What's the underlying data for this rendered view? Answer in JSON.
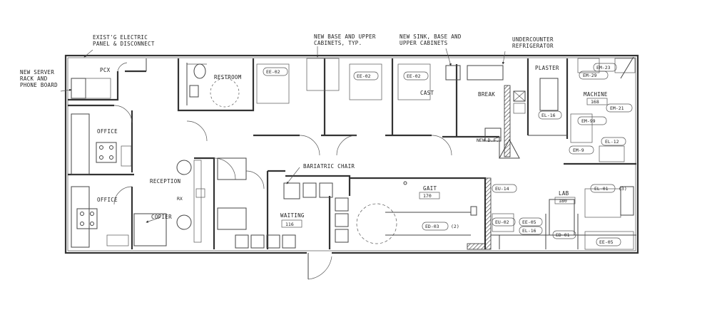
{
  "notes": {
    "electric_panel_1": "EXIST'G ELECTRIC",
    "electric_panel_2": "PANEL & DISCONNECT",
    "server_1": "NEW SERVER",
    "server_2": "RACK AND",
    "server_3": "PHONE BOARD",
    "cabinets_1": "NEW BASE AND UPPER",
    "cabinets_2": "CABINETS, TYP.",
    "sink_1": "NEW SINK, BASE AND",
    "sink_2": "UPPER CABINETS",
    "fridge_1": "UNDERCOUNTER",
    "fridge_2": "REFRIGERATOR",
    "bariatric": "BARIATRIC CHAIR",
    "copier": "COPIER",
    "new_df": "NEW D.F."
  },
  "rooms": {
    "pcx": "PCX",
    "restroom": "RESTROOM",
    "office_1": "OFFICE",
    "office_2": "OFFICE",
    "reception": "RECEPTION",
    "waiting": "WAITING",
    "waiting_num": "116",
    "cast": "CAST",
    "break": "BREAK",
    "plaster": "PLASTER",
    "machine": "MACHINE",
    "machine_num": "168",
    "gait": "GAIT",
    "gait_num": "170",
    "lab": "LAB",
    "lab_num": "180"
  },
  "tags": {
    "ee02a": "EE-02",
    "ee02b": "EE-02",
    "ee02c": "EE-02",
    "el16": "EL-16",
    "em23": "EM-23",
    "em29": "EM-29",
    "em21": "EM-21",
    "em99": "EM-99",
    "el12": "EL-12",
    "em9": "EM-9",
    "el01": "EL-01",
    "el01_count": "(3)",
    "eu14": "EU-14",
    "ed03": "ED-03",
    "ed03_count": "(2)",
    "eu02": "EU-02",
    "ee05a": "EE-05",
    "el16b": "EL-16",
    "ed01": "ED-01",
    "ee05b": "EE-05",
    "rx": "RX"
  }
}
